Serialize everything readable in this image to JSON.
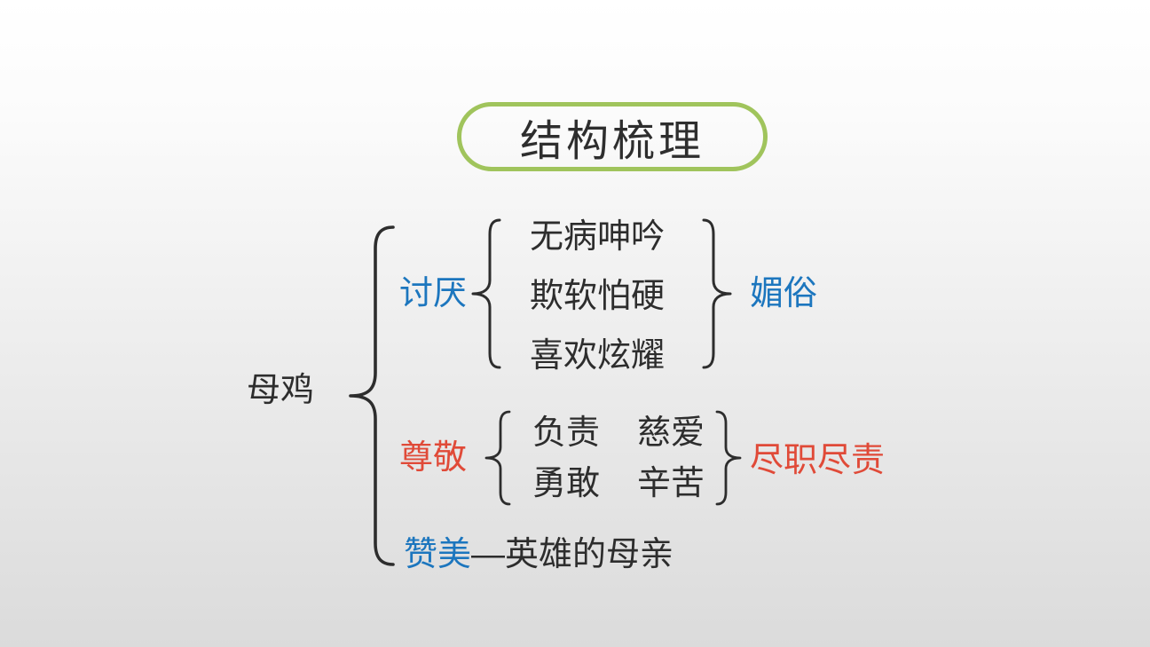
{
  "slide": {
    "background_top": "#ffffff",
    "background_bottom": "#dbdbdb"
  },
  "title": {
    "text": "结构梳理",
    "border_color": "#a0c45c"
  },
  "colors": {
    "text_dark": "#2d2d2d",
    "blue": "#1c76be",
    "red": "#e04a38",
    "green_border": "#a0c45c"
  },
  "diagram": {
    "root_label": "母鸡",
    "branches": [
      {
        "attitude": "讨厌",
        "color": "blue",
        "items": [
          "无病呻吟",
          "欺软怕硬",
          "喜欢炫耀"
        ],
        "summary": "媚俗"
      },
      {
        "attitude": "尊敬",
        "color": "red",
        "rows": [
          [
            "负责",
            "慈爱"
          ],
          [
            "勇敢",
            "辛苦"
          ]
        ],
        "summary": "尽职尽责"
      },
      {
        "attitude": "赞美",
        "color": "blue",
        "dash": "—",
        "conclusion": "英雄的母亲"
      }
    ]
  }
}
